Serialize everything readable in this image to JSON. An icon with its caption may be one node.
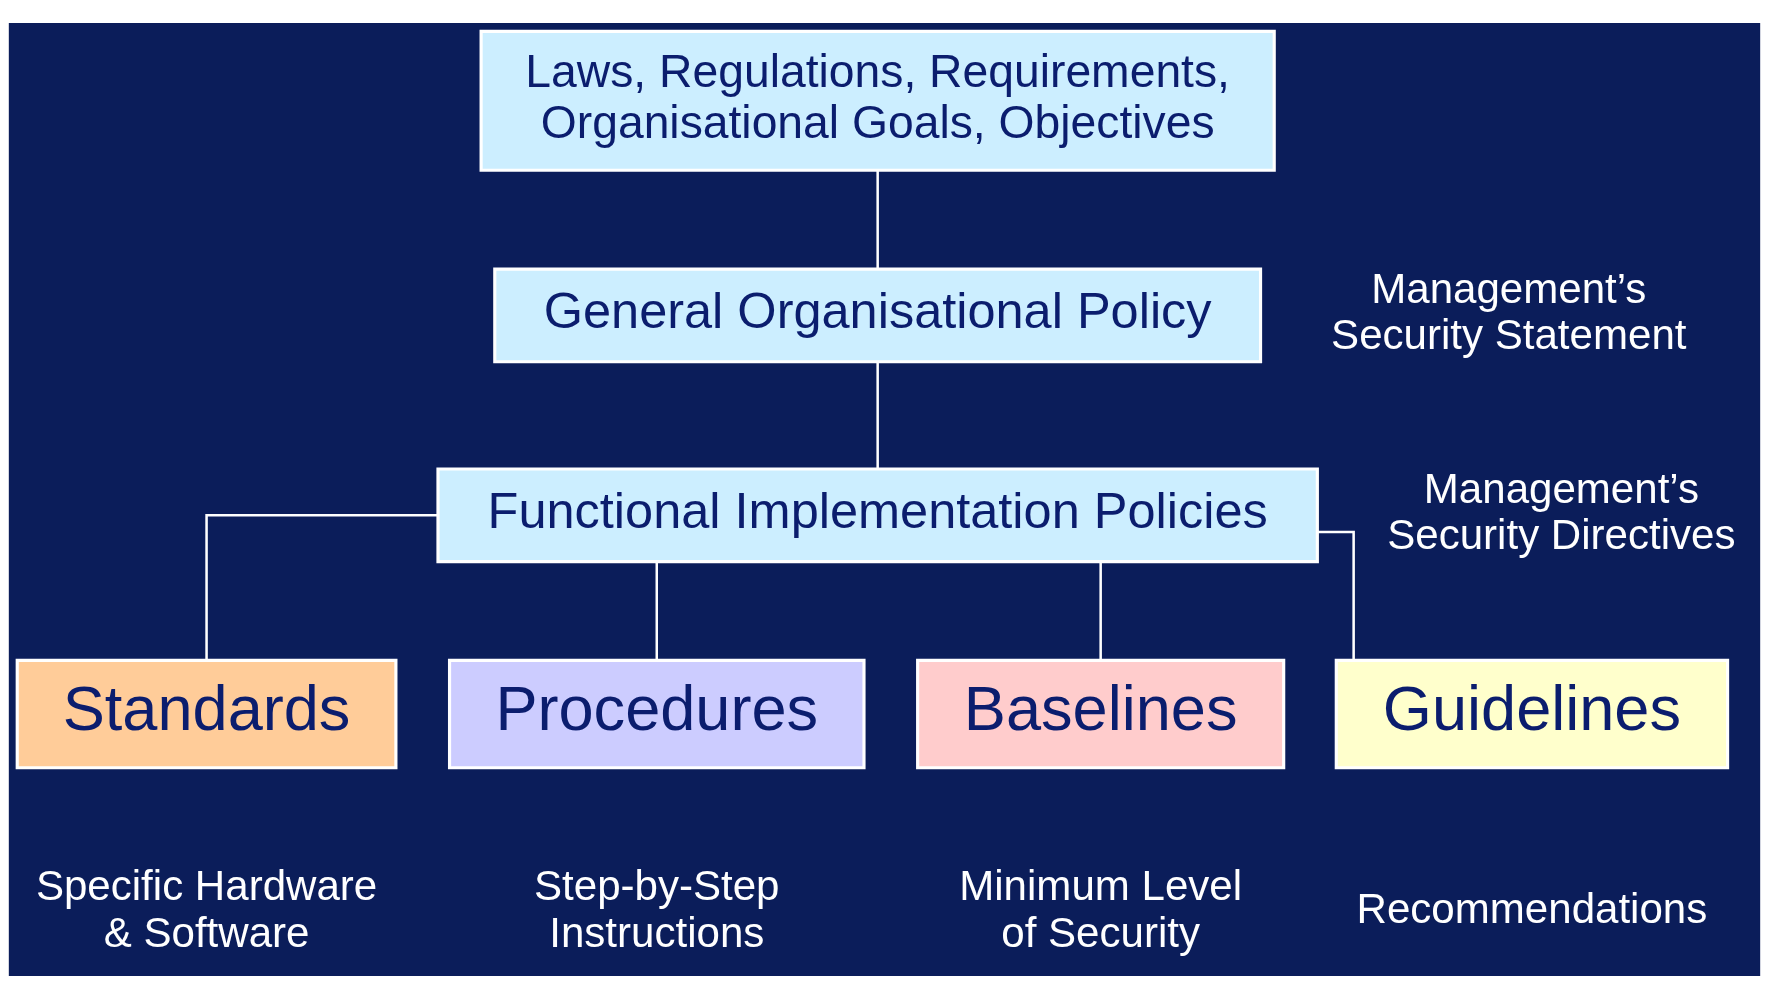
{
  "diagram": {
    "nodes": [
      {
        "text": [
          "Laws, Regulations, Requirements, Organisational Goals, Objectives"
        ]
      },
      {
        "text": [
          "General Organisational Policy"
        ],
        "beside": [
          "Management’s Security Statement"
        ]
      },
      {
        "text": [
          "Functional Implementation Policies"
        ],
        "beside": [
          "Management’s Security Directives"
        ]
      },
      {
        "text": [
          "Standards"
        ],
        "beside": [
          "Specific Hardware & Software"
        ]
      },
      {
        "text": [
          "Procedures"
        ],
        "beside": [
          "Step-by-Step Instructions"
        ]
      },
      {
        "text": [
          "Baselines"
        ],
        "beside": [
          "Minimum Level of Security"
        ]
      },
      {
        "text": [
          "Guidelines"
        ],
        "beside": [
          "Recommendations"
        ]
      }
    ],
    "edges": [
      {
        "from": 0,
        "to": 1,
        "arrow": "none"
      },
      {
        "from": 1,
        "to": 2,
        "arrow": "none"
      },
      {
        "from": 2,
        "to": 3,
        "arrow": "none"
      },
      {
        "from": 2,
        "to": 4,
        "arrow": "none"
      },
      {
        "from": 2,
        "to": 5,
        "arrow": "none"
      },
      {
        "from": 2,
        "to": 6,
        "arrow": "none"
      }
    ]
  }
}
